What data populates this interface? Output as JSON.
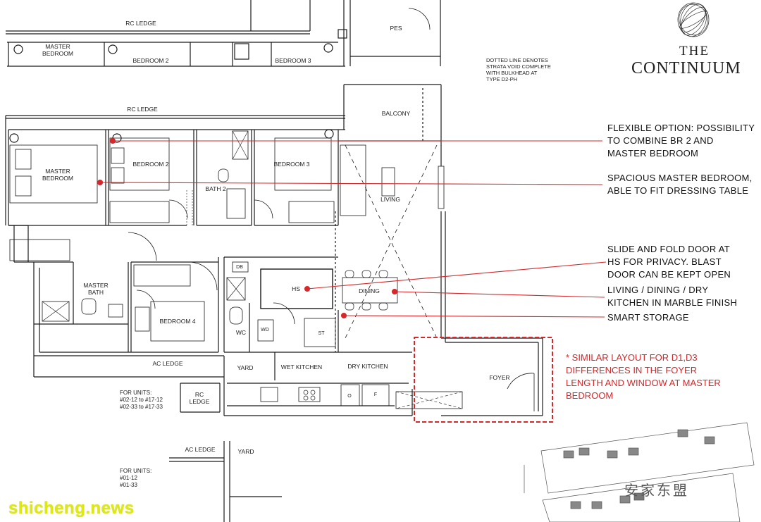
{
  "brand": {
    "line1": "THE",
    "line2": "CONTINUUM"
  },
  "watermark": "shicheng.news",
  "wechat_watermark": "安家东盟",
  "upper_plan": {
    "rc_ledge": "RC LEDGE",
    "master_bedroom": "MASTER\nBEDROOM",
    "bedroom2": "BEDROOM 2",
    "bedroom3": "BEDROOM 3",
    "pes": "PES"
  },
  "dotted_note": "DOTTED LINE DENOTES\nSTRATA VOID COMPLETE\nWITH BULKHEAD AT\nTYPE D2-PH",
  "rooms": {
    "rc_ledge": "RC LEDGE",
    "balcony": "BALCONY",
    "master_bedroom": "MASTER\nBEDROOM",
    "bedroom2": "BEDROOM 2",
    "bedroom3": "BEDROOM 3",
    "bath2": "BATH 2",
    "living": "LIVING",
    "master_bath": "MASTER\nBATH",
    "db": "DB",
    "hs": "HS",
    "dining": "DINING",
    "bedroom4": "BEDROOM 4",
    "wc": "WC",
    "wd": "WD",
    "st": "ST",
    "ac_ledge": "AC LEDGE",
    "yard": "YARD",
    "wet_kitchen": "WET KITCHEN",
    "dry_kitchen": "DRY KITCHEN",
    "foyer": "FOYER",
    "rc_ledge2": "RC\nLEDGE",
    "o": "O",
    "f": "F"
  },
  "units_note_1": "FOR UNITS:\n#02-12 to #17-12\n#02-33 to #17-33",
  "lower_plan": {
    "ac_ledge": "AC LEDGE",
    "yard": "YARD",
    "units_note": "FOR UNITS:\n#01-12\n#01-33"
  },
  "annotations": [
    "FLEXIBLE OPTION: POSSIBILITY\nTO COMBINE BR 2 AND\nMASTER BEDROOM",
    "SPACIOUS MASTER BEDROOM,\nABLE TO FIT DRESSING TABLE",
    " SLIDE AND FOLD DOOR AT\n HS FOR PRIVACY. BLAST\n DOOR CAN BE KEPT OPEN",
    "LIVING / DINING / DRY\nKITCHEN IN MARBLE FINISH",
    "SMART STORAGE"
  ],
  "similar_layout_note": "* SIMILAR LAYOUT FOR D1,D3\n   DIFFERENCES IN THE FOYER\n   LENGTH AND WINDOW AT MASTER\n   BEDROOM",
  "colors": {
    "accent_red": "#d6282b",
    "line": "#1a1a1a",
    "watermark": "#dde816"
  }
}
